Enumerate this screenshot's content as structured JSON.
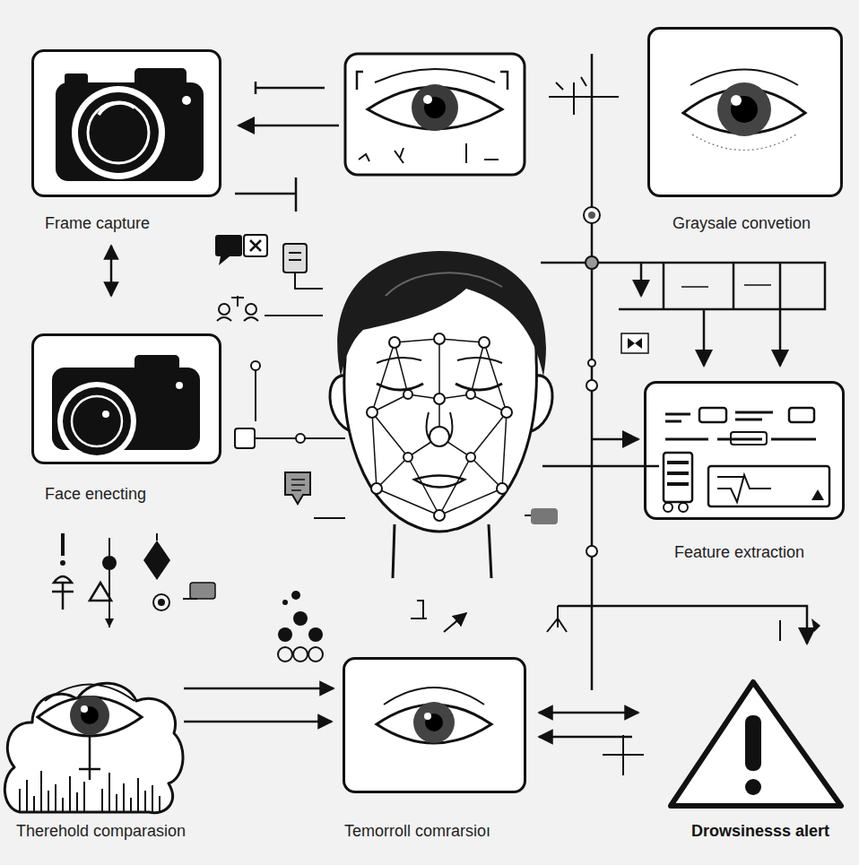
{
  "diagram": {
    "nodes": [
      {
        "text": [
          "Frame capture"
        ]
      },
      {
        "text": [
          "Graysale convetion"
        ]
      },
      {
        "text": [
          "Face enecting"
        ]
      },
      {
        "text": [
          "Feature extraction"
        ]
      },
      {
        "text": [
          "Therehold comparasion"
        ]
      },
      {
        "text": [
          "Temorroll comrarsioı"
        ]
      },
      {
        "text": [
          "Drowsinesss alert"
        ]
      }
    ],
    "edges": [
      {
        "from": 0,
        "to": 2,
        "arrow": "both"
      },
      {
        "from": 4,
        "to": 5,
        "arrow": "to"
      },
      {
        "from": 4,
        "to": 5,
        "arrow": "to"
      },
      {
        "from": 6,
        "to": 5,
        "arrow": "both"
      },
      {
        "from": 6,
        "to": 5,
        "arrow": "to"
      }
    ]
  }
}
